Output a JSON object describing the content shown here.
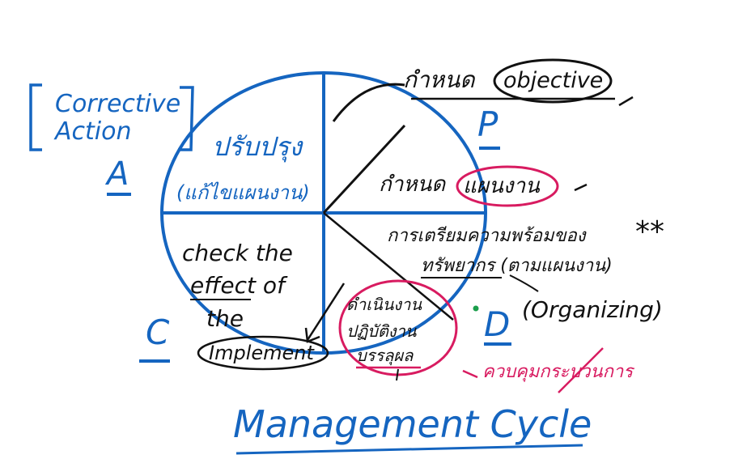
{
  "title": "Management Cycle",
  "corrective_action": {
    "line1": "Corrective",
    "line2": "Action",
    "letter": "A"
  },
  "quadrant_a": {
    "line1": "ปรับปรุง",
    "line2": "(แก้ไขแผนงาน)"
  },
  "quadrant_c": {
    "line1": "check the",
    "line2": "effect of",
    "line3": "the",
    "oval": "Implement",
    "letter": "C"
  },
  "plan": {
    "item1_prefix": "กำหนด",
    "item1_oval": "objective",
    "letter": "P",
    "item2_prefix": "กำหนด",
    "item2_oval": "แผนงาน"
  },
  "do": {
    "line1": "การเตรียมความพร้อมของ",
    "line2": "ทรัพยากร (ตามแผนงาน)",
    "stars": "**",
    "organizing": "(Organizing)",
    "letter": "D",
    "center_line1": "ดำเนินงาน",
    "center_line2": "ปฏิบัติงาน",
    "center_line3": "บรรลุผล",
    "note": "ควบคุมกระบวนการ"
  },
  "colors": {
    "blue": "#1565c0",
    "red": "#d81b60",
    "black": "#111111"
  }
}
